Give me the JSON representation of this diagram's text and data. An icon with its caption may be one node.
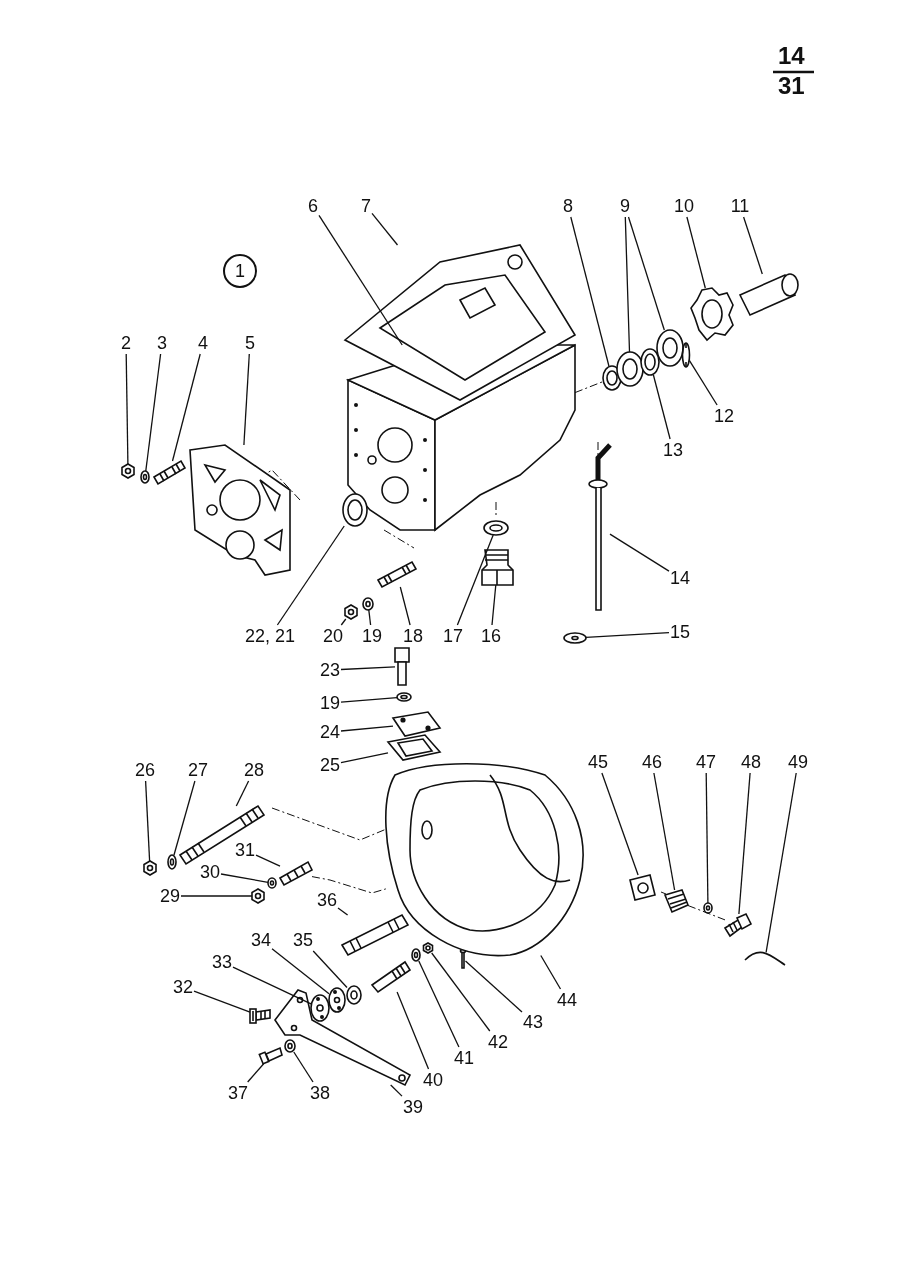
{
  "diagram": {
    "nodes": [
      {
        "text": [
          "1"
        ]
      },
      {
        "text": [
          "2"
        ]
      },
      {
        "text": [
          "3"
        ]
      },
      {
        "text": [
          "4"
        ]
      },
      {
        "text": [
          "5"
        ]
      },
      {
        "text": [
          "6"
        ]
      },
      {
        "text": [
          "7"
        ]
      },
      {
        "text": [
          "8"
        ]
      },
      {
        "text": [
          "9"
        ]
      },
      {
        "text": [
          "10"
        ]
      },
      {
        "text": [
          "11"
        ]
      },
      {
        "text": [
          "12"
        ]
      },
      {
        "text": [
          "13"
        ]
      },
      {
        "text": [
          "22, 21"
        ]
      },
      {
        "text": [
          "20"
        ]
      },
      {
        "text": [
          "19"
        ]
      },
      {
        "text": [
          "18"
        ]
      },
      {
        "text": [
          "17"
        ]
      },
      {
        "text": [
          "16"
        ]
      },
      {
        "text": [
          "14"
        ]
      },
      {
        "text": [
          "15"
        ]
      },
      {
        "text": [
          "23"
        ]
      },
      {
        "text": [
          "19"
        ]
      },
      {
        "text": [
          "24"
        ]
      },
      {
        "text": [
          "25"
        ]
      },
      {
        "text": [
          "26"
        ]
      },
      {
        "text": [
          "27"
        ]
      },
      {
        "text": [
          "28"
        ]
      },
      {
        "text": [
          "31"
        ]
      },
      {
        "text": [
          "30"
        ]
      },
      {
        "text": [
          "29"
        ]
      },
      {
        "text": [
          "36"
        ]
      },
      {
        "text": [
          "35"
        ]
      },
      {
        "text": [
          "34"
        ]
      },
      {
        "text": [
          "33"
        ]
      },
      {
        "text": [
          "32"
        ]
      },
      {
        "text": [
          "37"
        ]
      },
      {
        "text": [
          "38"
        ]
      },
      {
        "text": [
          "39"
        ]
      },
      {
        "text": [
          "40"
        ]
      },
      {
        "text": [
          "41"
        ]
      },
      {
        "text": [
          "42"
        ]
      },
      {
        "text": [
          "43"
        ]
      },
      {
        "text": [
          "44"
        ]
      },
      {
        "text": [
          "45"
        ]
      },
      {
        "text": [
          "46"
        ]
      },
      {
        "text": [
          "47"
        ]
      },
      {
        "text": [
          "48"
        ]
      },
      {
        "text": [
          "49"
        ]
      },
      {
        "text": [],
        "shape": "picture"
      },
      {
        "text": [],
        "shape": "picture"
      },
      {
        "text": [],
        "shape": "picture"
      },
      {
        "text": [],
        "shape": "picture"
      },
      {
        "text": [],
        "shape": "picture"
      },
      {
        "text": [],
        "shape": "picture"
      },
      {
        "text": [],
        "shape": "picture"
      },
      {
        "text": [],
        "shape": "picture"
      },
      {
        "text": [],
        "shape": "picture"
      },
      {
        "text": [],
        "shape": "picture"
      },
      {
        "text": [],
        "shape": "picture"
      },
      {
        "text": [],
        "shape": "picture"
      },
      {
        "text": [],
        "shape": "picture"
      },
      {
        "text": [],
        "shape": "picture"
      },
      {
        "text": [],
        "shape": "picture"
      },
      {
        "text": [],
        "shape": "picture"
      },
      {
        "text": [],
        "shape": "picture"
      },
      {
        "text": [],
        "shape": "picture"
      },
      {
        "text": [],
        "shape": "picture"
      },
      {
        "text": [],
        "shape": "picture"
      },
      {
        "text": [],
        "shape": "picture"
      },
      {
        "text": [],
        "shape": "picture"
      },
      {
        "text": [],
        "shape": "picture"
      },
      {
        "text": [],
        "shape": "picture"
      },
      {
        "text": [],
        "shape": "picture"
      },
      {
        "text": [],
        "shape": "picture"
      },
      {
        "text": [],
        "shape": "picture"
      },
      {
        "text": [],
        "shape": "picture"
      },
      {
        "text": [],
        "shape": "picture"
      },
      {
        "text": [],
        "shape": "picture"
      },
      {
        "text": [],
        "shape": "picture"
      },
      {
        "text": [],
        "shape": "picture"
      },
      {
        "text": [],
        "shape": "picture"
      },
      {
        "text": [],
        "shape": "picture"
      },
      {
        "text": [],
        "shape": "picture"
      },
      {
        "text": [],
        "shape": "picture"
      },
      {
        "text": [],
        "shape": "picture"
      },
      {
        "text": [],
        "shape": "picture"
      },
      {
        "text": [],
        "shape": "picture"
      },
      {
        "text": [],
        "shape": "picture"
      },
      {
        "text": [],
        "shape": "picture"
      },
      {
        "text": [],
        "shape": "picture"
      },
      {
        "text": [],
        "shape": "picture"
      },
      {
        "text": [],
        "shape": "picture"
      },
      {
        "text": [],
        "shape": "picture"
      },
      {
        "text": [],
        "shape": "picture"
      },
      {
        "text": [],
        "shape": "picture"
      },
      {
        "text": [],
        "shape": "picture"
      },
      {
        "text": [],
        "shape": "picture"
      }
    ],
    "edges": [
      {
        "from": 1,
        "to": 49,
        "arrow": "none"
      },
      {
        "from": 2,
        "to": 50,
        "arrow": "none"
      },
      {
        "from": 3,
        "to": 51,
        "arrow": "none"
      },
      {
        "from": 4,
        "to": 52,
        "arrow": "none"
      },
      {
        "from": 5,
        "to": 53,
        "arrow": "none"
      },
      {
        "from": 6,
        "to": 54,
        "arrow": "none"
      },
      {
        "from": 7,
        "to": 55,
        "arrow": "none"
      },
      {
        "from": 8,
        "to": 56,
        "arrow": "none"
      },
      {
        "from": 8,
        "to": 57,
        "arrow": "none"
      },
      {
        "from": 9,
        "to": 58,
        "arrow": "none"
      },
      {
        "from": 10,
        "to": 59,
        "arrow": "none"
      },
      {
        "from": 11,
        "to": 60,
        "arrow": "none"
      },
      {
        "from": 12,
        "to": 61,
        "arrow": "none"
      },
      {
        "from": 13,
        "to": 62,
        "arrow": "none"
      },
      {
        "from": 14,
        "to": 63,
        "arrow": "none"
      },
      {
        "from": 15,
        "to": 64,
        "arrow": "none"
      },
      {
        "from": 16,
        "to": 65,
        "arrow": "none"
      },
      {
        "from": 17,
        "to": 66,
        "arrow": "none"
      },
      {
        "from": 18,
        "to": 67,
        "arrow": "none"
      },
      {
        "from": 19,
        "to": 68,
        "arrow": "none"
      },
      {
        "from": 20,
        "to": 69,
        "arrow": "none"
      },
      {
        "from": 21,
        "to": 70,
        "arrow": "none"
      },
      {
        "from": 22,
        "to": 71,
        "arrow": "none"
      },
      {
        "from": 23,
        "to": 72,
        "arrow": "none"
      },
      {
        "from": 24,
        "to": 73,
        "arrow": "none"
      },
      {
        "from": 25,
        "to": 74,
        "arrow": "none"
      },
      {
        "from": 26,
        "to": 75,
        "arrow": "none"
      },
      {
        "from": 27,
        "to": 76,
        "arrow": "none"
      },
      {
        "from": 28,
        "to": 77,
        "arrow": "none"
      },
      {
        "from": 29,
        "to": 78,
        "arrow": "none"
      },
      {
        "from": 30,
        "to": 79,
        "arrow": "none"
      },
      {
        "from": 31,
        "to": 80,
        "arrow": "none"
      },
      {
        "from": 32,
        "to": 81,
        "arrow": "none"
      },
      {
        "from": 33,
        "to": 82,
        "arrow": "none"
      },
      {
        "from": 34,
        "to": 83,
        "arrow": "none"
      },
      {
        "from": 35,
        "to": 84,
        "arrow": "none"
      },
      {
        "from": 36,
        "to": 85,
        "arrow": "none"
      },
      {
        "from": 37,
        "to": 86,
        "arrow": "none"
      },
      {
        "from": 38,
        "to": 87,
        "arrow": "none"
      },
      {
        "from": 39,
        "to": 88,
        "arrow": "none"
      },
      {
        "from": 40,
        "to": 89,
        "arrow": "none"
      },
      {
        "from": 41,
        "to": 90,
        "arrow": "none"
      },
      {
        "from": 42,
        "to": 91,
        "arrow": "none"
      },
      {
        "from": 43,
        "to": 92,
        "arrow": "none"
      },
      {
        "from": 44,
        "to": 93,
        "arrow": "none"
      },
      {
        "from": 45,
        "to": 94,
        "arrow": "none"
      },
      {
        "from": 46,
        "to": 95,
        "arrow": "none"
      },
      {
        "from": 47,
        "to": 96,
        "arrow": "none"
      },
      {
        "from": 48,
        "to": 97,
        "arrow": "none"
      },
      {
        "from": 53,
        "to": 55,
        "arrow": "none",
        "style": "dashed"
      },
      {
        "from": 77,
        "to": 92,
        "arrow": "none",
        "style": "dashed"
      },
      {
        "from": 94,
        "to": 96,
        "arrow": "none",
        "style": "dashed"
      }
    ],
    "labels": [
      "14",
      "31"
    ]
  }
}
